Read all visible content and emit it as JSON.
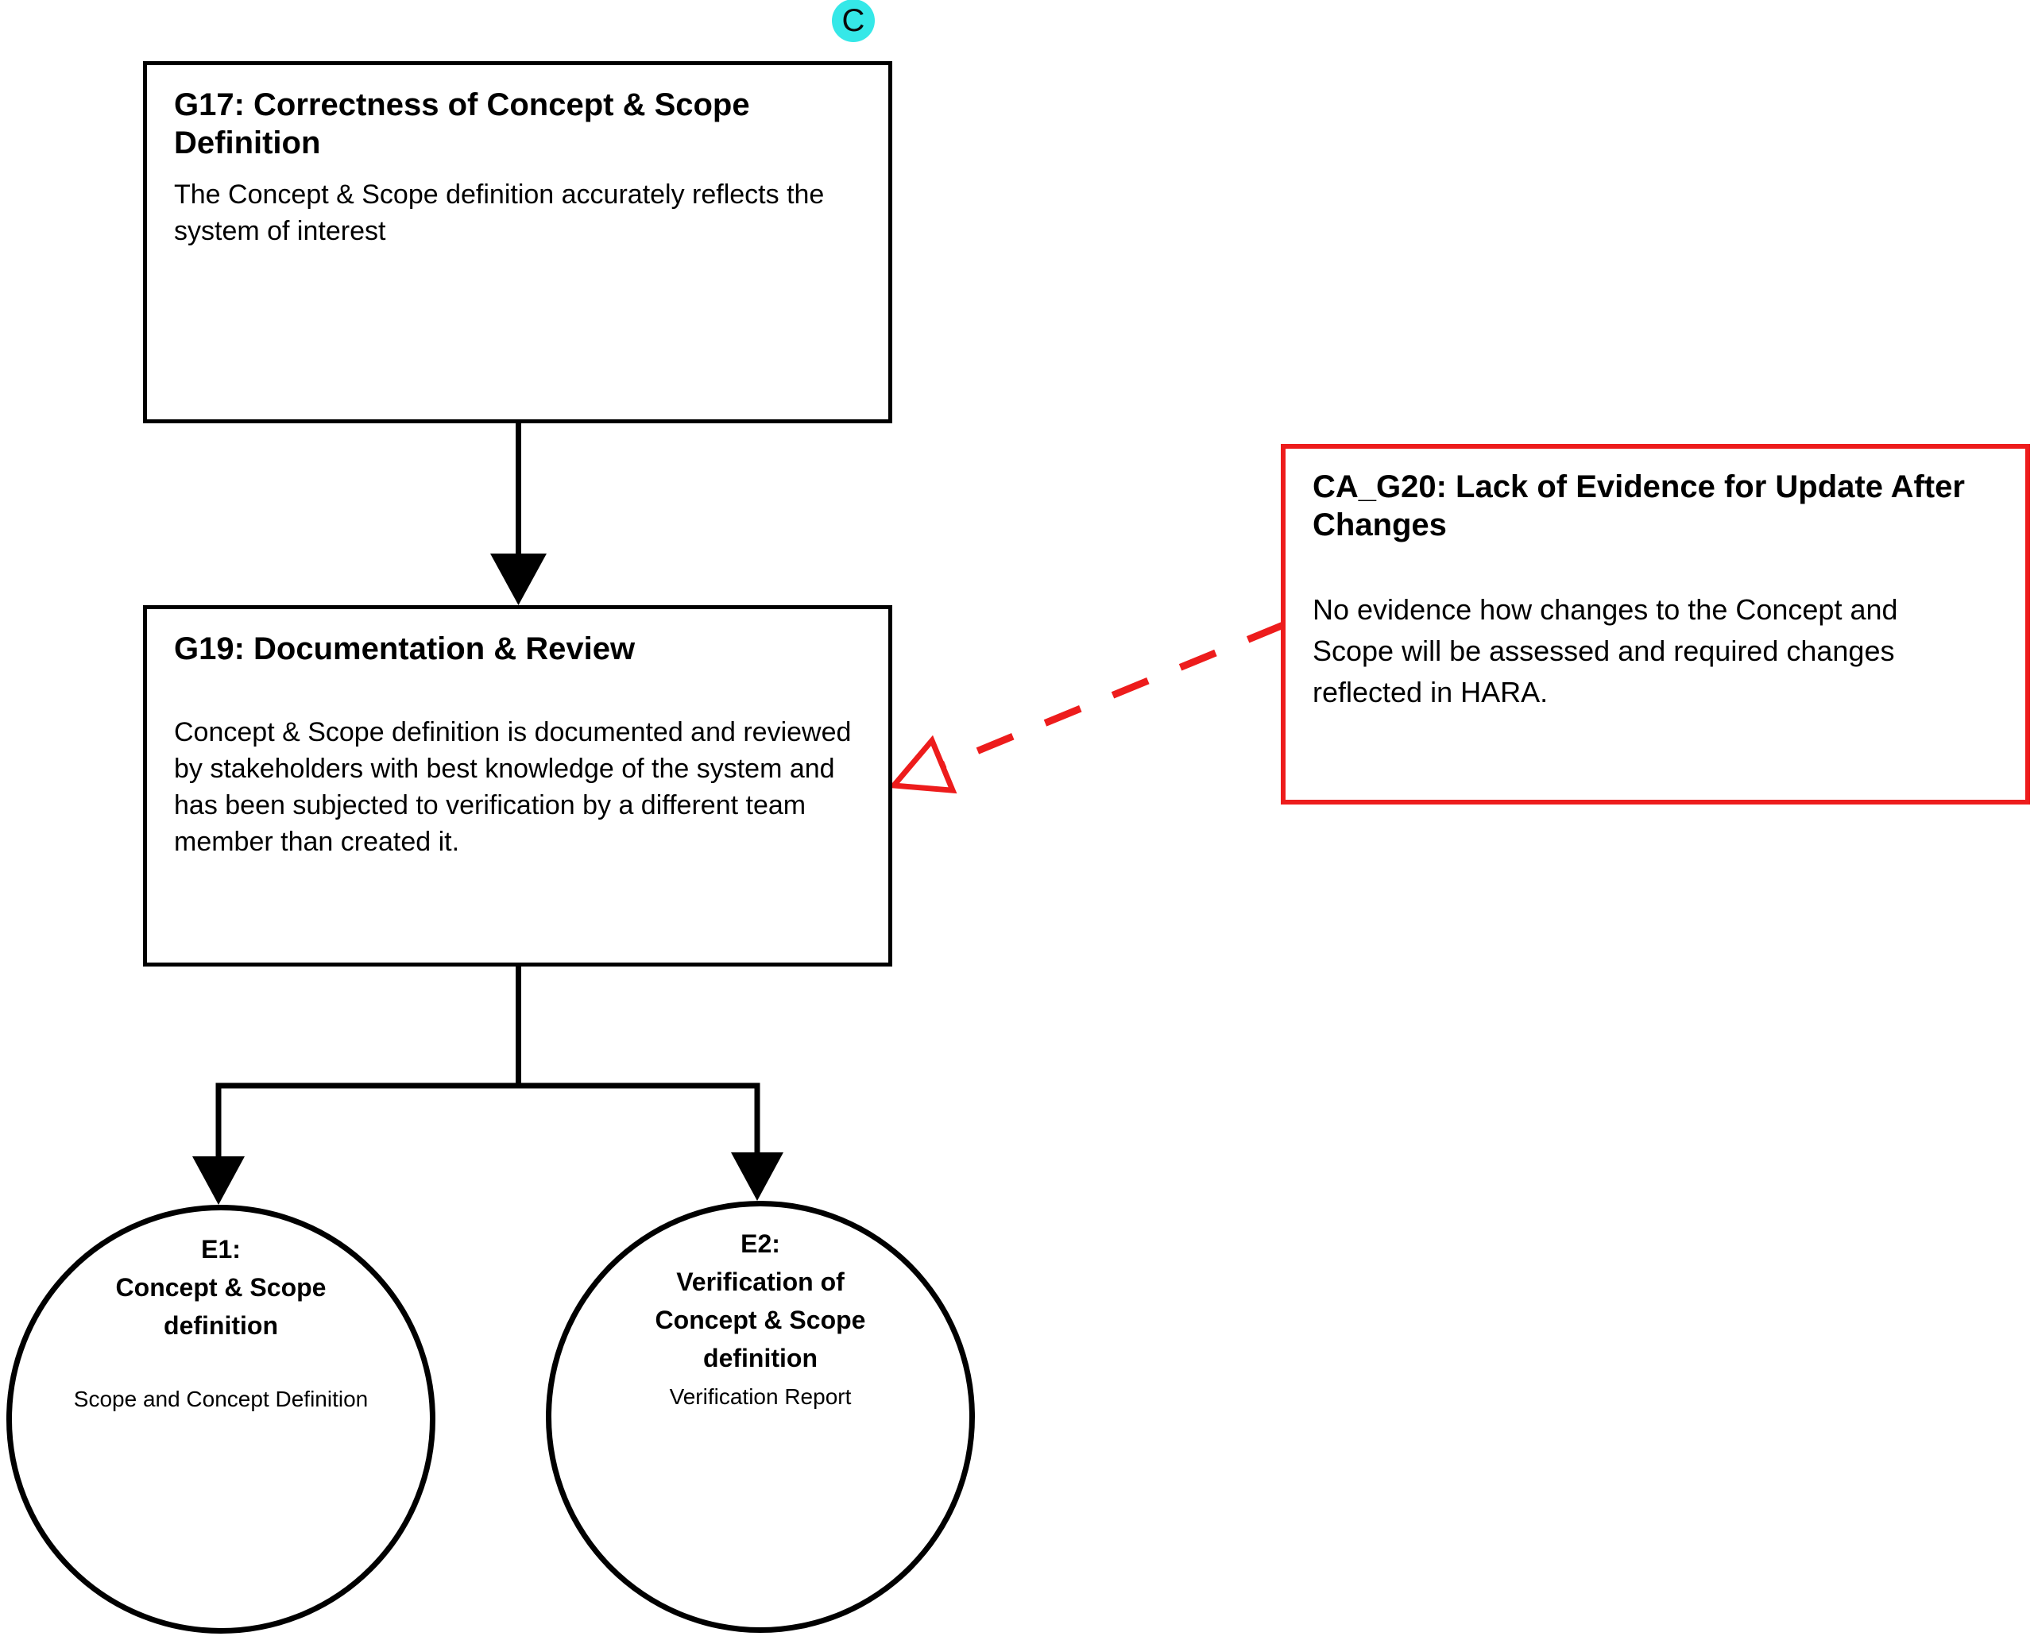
{
  "colors": {
    "accent_red": "#ed1c1c",
    "badge_cyan": "#35e8e8",
    "line_black": "#000000"
  },
  "badge": {
    "label": "C"
  },
  "nodes": {
    "g17": {
      "title": "G17: Correctness of Concept & Scope\nDefinition",
      "body": "The Concept & Scope definition accurately reflects the\nsystem of interest"
    },
    "g19": {
      "title": "G19: Documentation & Review",
      "body": "Concept & Scope definition is documented and reviewed\nby stakeholders with best knowledge of the system and\nhas been subjected to verification by a different team\nmember than created it."
    },
    "ca_g20": {
      "title": "CA_G20: Lack of Evidence for Update After\nChanges",
      "body": "No evidence how changes to the Concept and\nScope will be assessed and required changes\nreflected in HARA."
    },
    "e1": {
      "title": "E1:\nConcept & Scope\ndefinition",
      "body": "Scope and Concept Definition"
    },
    "e2": {
      "title": "E2:\nVerification of\nConcept & Scope\ndefinition",
      "body": "Verification Report"
    }
  }
}
